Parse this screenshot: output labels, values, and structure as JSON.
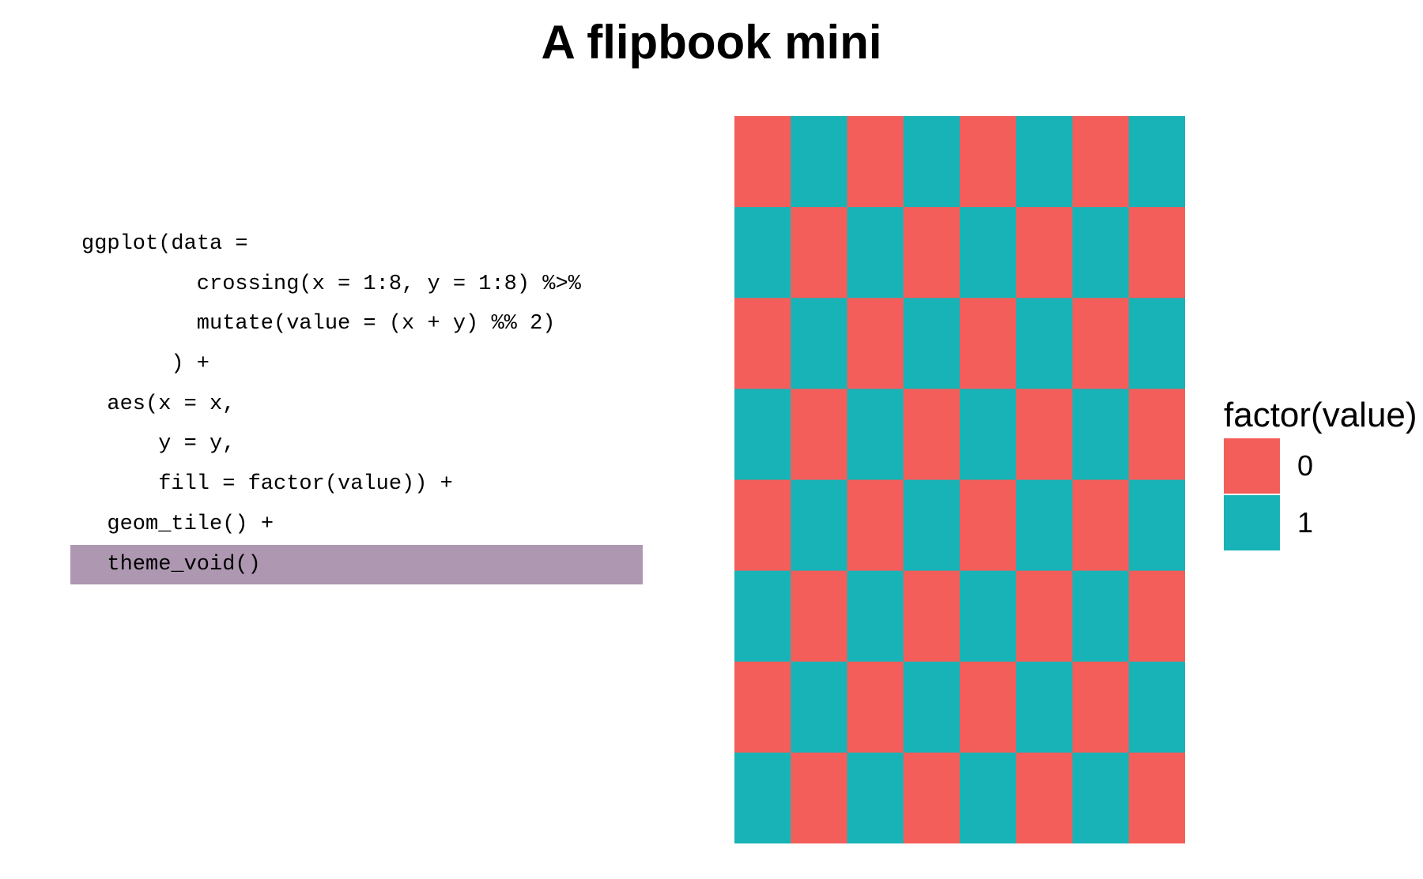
{
  "title": "A flipbook mini",
  "code_lines": [
    {
      "text": "ggplot(data =",
      "indent": 0,
      "highlight": false
    },
    {
      "text": "crossing(x = 1:8, y = 1:8) %>%",
      "indent": 9,
      "highlight": false
    },
    {
      "text": "mutate(value = (x + y) %% 2)",
      "indent": 9,
      "highlight": false
    },
    {
      "text": ") +",
      "indent": 7,
      "highlight": false
    },
    {
      "text": "aes(x = x,",
      "indent": 2,
      "highlight": false
    },
    {
      "text": "y = y,",
      "indent": 6,
      "highlight": false
    },
    {
      "text": "fill = factor(value)) +",
      "indent": 6,
      "highlight": false
    },
    {
      "text": "geom_tile() +",
      "indent": 2,
      "highlight": false
    },
    {
      "text": "theme_void()",
      "indent": 2,
      "highlight": true
    }
  ],
  "colors": {
    "fill_0": "#f35e5a",
    "fill_1": "#17b3b7",
    "highlight": "#ae97b1"
  },
  "chart_data": {
    "type": "heatmap",
    "x": [
      1,
      2,
      3,
      4,
      5,
      6,
      7,
      8
    ],
    "y": [
      1,
      2,
      3,
      4,
      5,
      6,
      7,
      8
    ],
    "value_rule": "(x + y) %% 2",
    "values": [
      [
        0,
        1,
        0,
        1,
        0,
        1,
        0,
        1
      ],
      [
        1,
        0,
        1,
        0,
        1,
        0,
        1,
        0
      ],
      [
        0,
        1,
        0,
        1,
        0,
        1,
        0,
        1
      ],
      [
        1,
        0,
        1,
        0,
        1,
        0,
        1,
        0
      ],
      [
        0,
        1,
        0,
        1,
        0,
        1,
        0,
        1
      ],
      [
        1,
        0,
        1,
        0,
        1,
        0,
        1,
        0
      ],
      [
        0,
        1,
        0,
        1,
        0,
        1,
        0,
        1
      ],
      [
        1,
        0,
        1,
        0,
        1,
        0,
        1,
        0
      ]
    ],
    "legend": {
      "title": "factor(value)",
      "items": [
        {
          "label": "0",
          "color": "#f35e5a"
        },
        {
          "label": "1",
          "color": "#17b3b7"
        }
      ],
      "position": "right"
    }
  }
}
